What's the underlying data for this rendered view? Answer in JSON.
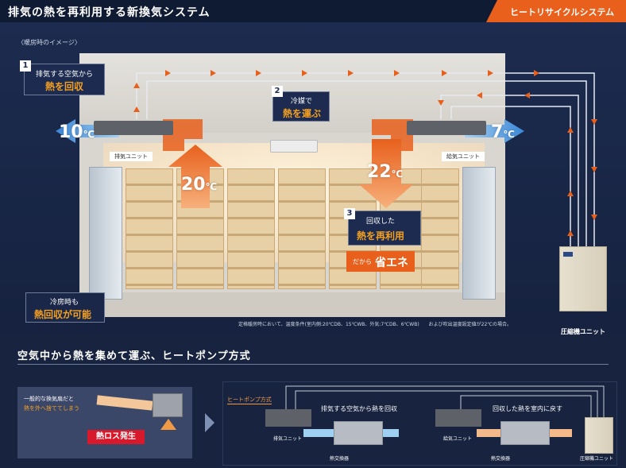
{
  "header": {
    "title": "排気の熱を再利用する新換気システム",
    "tag": "ヒートリサイクルシステム"
  },
  "note": "〈暖房時のイメージ〉",
  "callouts": [
    {
      "num": "1",
      "line1": "排気する空気から",
      "line2": "熱を回収"
    },
    {
      "num": "2",
      "line1": "冷媒で",
      "line2": "熱を運ぶ"
    },
    {
      "num": "3",
      "line1": "回収した",
      "line2": "熱を再利用"
    }
  ],
  "saving_badge": {
    "prefix": "だから",
    "main": "省エネ"
  },
  "temps": {
    "exhaust_out": "10",
    "intake_out": "7",
    "left_down": "20",
    "right_down": "22",
    "unit": "℃"
  },
  "units": {
    "exhaust": "排気ユニット",
    "supply": "給気ユニット",
    "compressor": "圧縮機ユニット"
  },
  "cooling_box": {
    "line1": "冷房時も",
    "line2": "熱回収が可能"
  },
  "footnote": "定格暖房時において、温度条件(室内側:20℃DB、15℃WB、外気:7℃DB、6℃WB)　　および吹出温度設定値が22℃の場合。",
  "section2": {
    "title": "空気中から熱を集めて運ぶ、ヒートポンプ方式"
  },
  "panel_left": {
    "line1": "一般的な換気扇だと",
    "line2": "熱を外へ捨ててしまう",
    "badge": "熱ロス発生"
  },
  "heatpump": {
    "label": "ヒートポンプ方式",
    "step1": "排気する空気から熱を回収",
    "step2": "回収した熱を室内に戻す",
    "unit_exhaust": "排気ユニット",
    "unit_supply": "給気ユニット",
    "hx1": "熱交換器",
    "hx2": "熱交換器",
    "compressor": "圧縮機ユニット"
  },
  "colors": {
    "orange": "#e8601c",
    "navy": "#1b2a4a",
    "cold": "#5aa8e6",
    "red": "#d8192c"
  }
}
